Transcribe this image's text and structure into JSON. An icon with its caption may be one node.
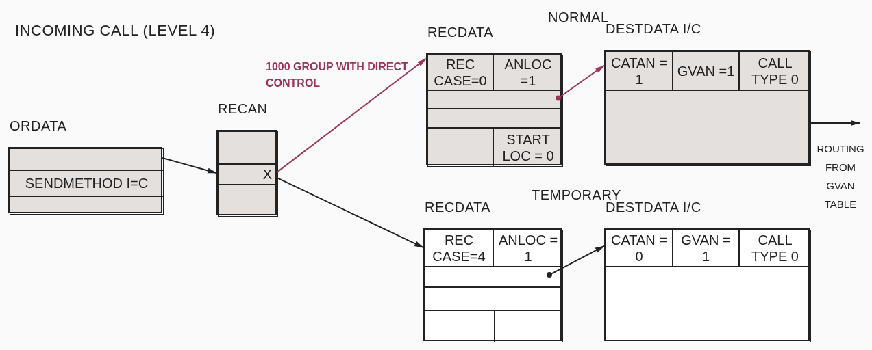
{
  "diagram": {
    "title": "INCOMING CALL (LEVEL 4)",
    "nodes": [
      {
        "text": [
          "ORDATA"
        ]
      },
      {
        "text": [],
        "shape": "box",
        "in": 0
      },
      {
        "text": [
          "SENDMETHOD I=C"
        ],
        "in": 0
      },
      {
        "text": [],
        "shape": "box",
        "in": 0
      },
      {
        "text": [
          "RECAN"
        ]
      },
      {
        "text": [],
        "shape": "box",
        "in": 4
      },
      {
        "text": [
          "X"
        ],
        "in": 4
      },
      {
        "text": [],
        "shape": "box",
        "in": 4
      },
      {
        "text": [
          "RECDATA"
        ]
      },
      {
        "text": [
          "REC CASE=0"
        ],
        "in": 8
      },
      {
        "text": [
          "ANLOC =1"
        ],
        "in": 8
      },
      {
        "text": [],
        "shape": "box",
        "in": 8
      },
      {
        "text": [],
        "shape": "box",
        "in": 8
      },
      {
        "text": [],
        "shape": "box",
        "in": 8
      },
      {
        "text": [
          "START LOC = 0"
        ],
        "in": 8
      },
      {
        "text": [
          "DESTDATA I/C"
        ]
      },
      {
        "text": [
          "CATAN = 1"
        ],
        "in": 15
      },
      {
        "text": [
          "GVAN =1"
        ],
        "in": 15
      },
      {
        "text": [
          "CALL TYPE 0"
        ],
        "in": 15
      },
      {
        "text": [],
        "shape": "box",
        "in": 15
      },
      {
        "text": [
          "RECDATA"
        ]
      },
      {
        "text": [
          "REC CASE=4"
        ],
        "in": 20
      },
      {
        "text": [
          "ANLOC = 1"
        ],
        "in": 20
      },
      {
        "text": [],
        "shape": "box",
        "in": 20
      },
      {
        "text": [],
        "shape": "box",
        "in": 20
      },
      {
        "text": [],
        "shape": "box",
        "in": 20
      },
      {
        "text": [],
        "shape": "box",
        "in": 20
      },
      {
        "text": [
          "DESTDATA I/C"
        ]
      },
      {
        "text": [
          "CATAN = 0"
        ],
        "in": 27
      },
      {
        "text": [
          "GVAN = 1"
        ],
        "in": 27
      },
      {
        "text": [
          "CALL TYPE 0"
        ],
        "in": 27
      },
      {
        "text": [],
        "shape": "box",
        "in": 27
      }
    ],
    "edges": [
      {
        "from": 1,
        "to": 6,
        "arrow": "to"
      },
      {
        "from": 6,
        "to": 9,
        "arrow": "to",
        "label": "1000 GROUP WITH DIRECT CONTROL",
        "color": "#9a3556"
      },
      {
        "from": 6,
        "to": 21,
        "arrow": "to"
      },
      {
        "from": 11,
        "to": 16,
        "arrow": "to",
        "color": "#9a3556"
      },
      {
        "from": 23,
        "to": 28,
        "arrow": "to"
      },
      {
        "from": 19,
        "to": null,
        "arrow": "to"
      }
    ],
    "labels": [
      "NORMAL",
      "TEMPORARY",
      "ROUTING FROM GVAN TABLE"
    ]
  }
}
